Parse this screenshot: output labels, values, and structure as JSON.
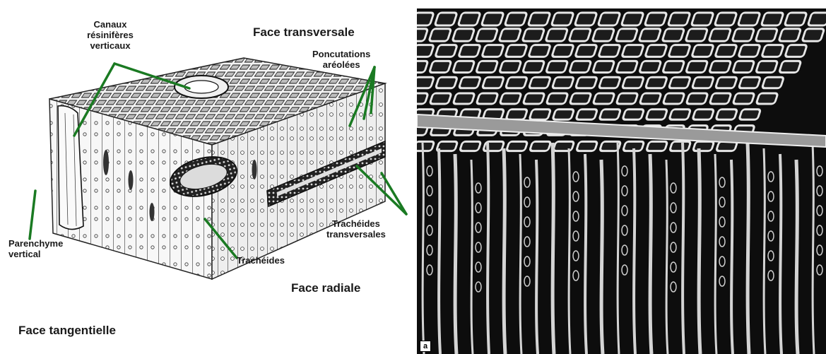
{
  "labels": {
    "canaux": "Canaux\nrésinifères\nverticaux",
    "face_transversale": "Face transversale",
    "poncutations": "Poncutations\naréolées",
    "parenchyme": "Parenchyme\nvertical",
    "tracheides": "Trachéides",
    "tracheides_transversales": "Trachéides\ntransversales",
    "face_radiale": "Face radiale",
    "face_tangentielle": "Face tangentielle",
    "panel_letter": "a"
  },
  "colors": {
    "leader_line": "#1a7a22",
    "ink": "#1a1a1a",
    "micrograph_bg": "#0d0d0d",
    "micrograph_wall": "#e6e6e6"
  }
}
